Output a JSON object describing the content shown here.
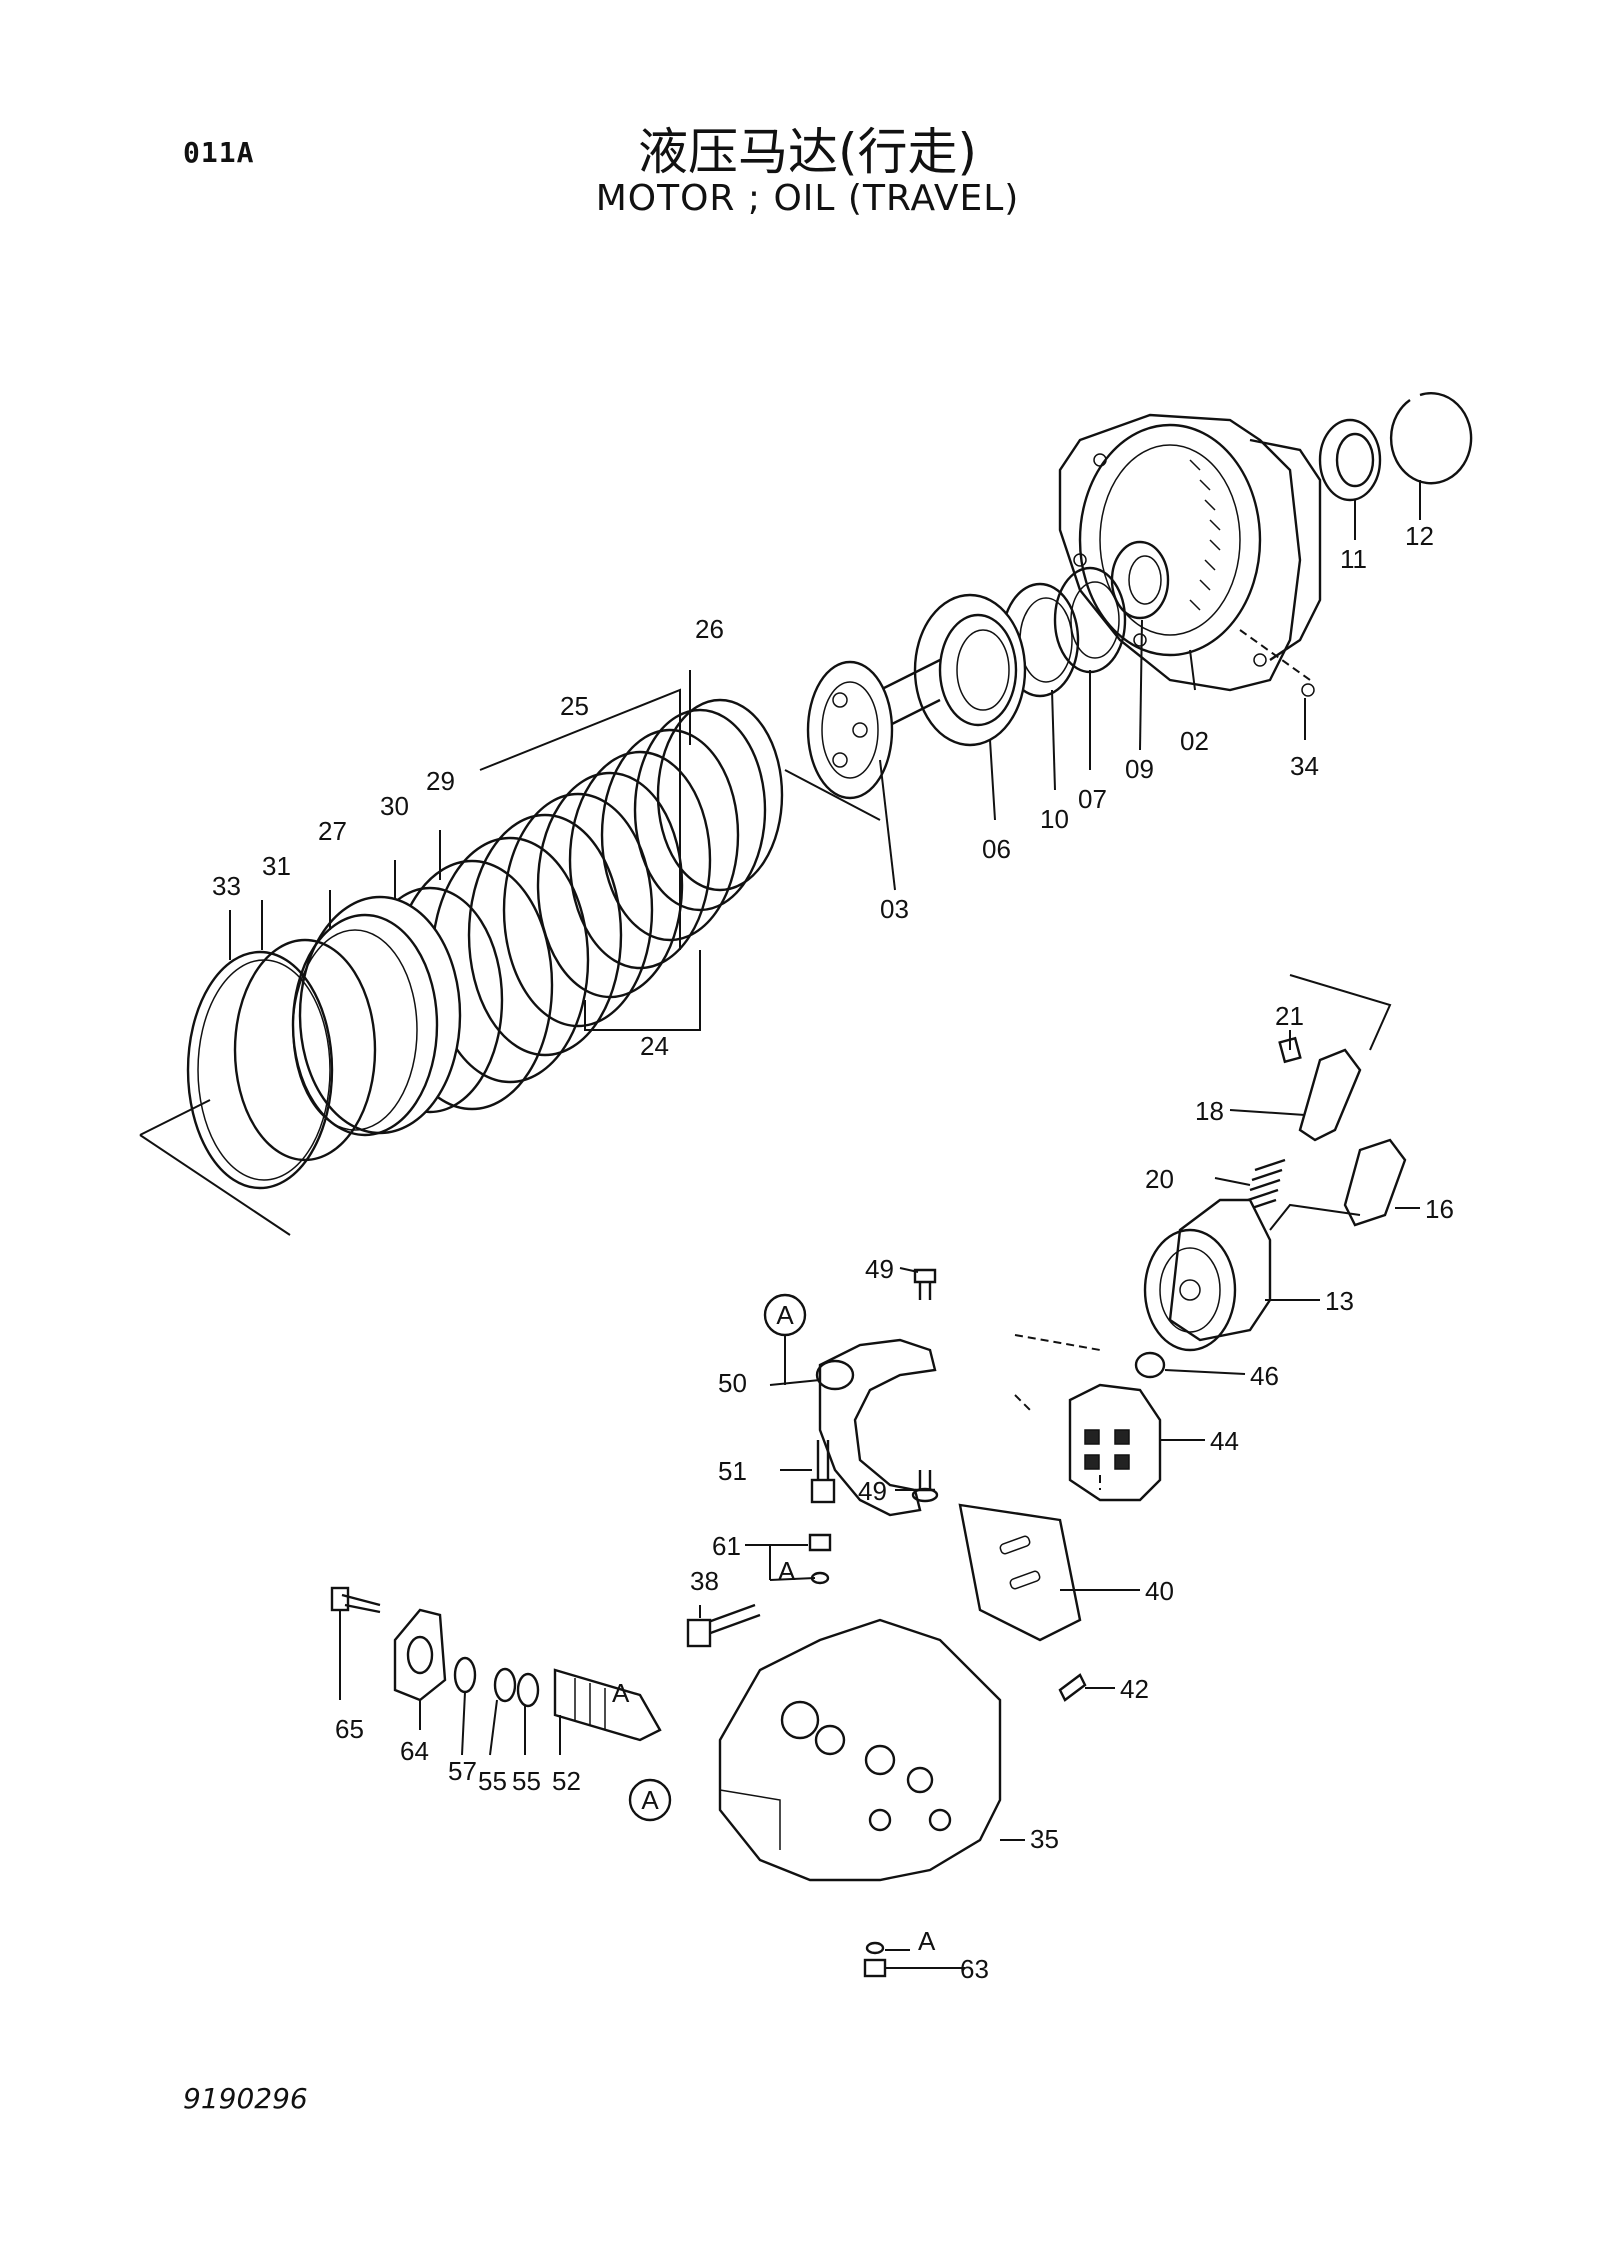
{
  "header": {
    "page_code": "011A",
    "title_cn": "液压马达(行走)",
    "title_en": "MOTOR ; OIL (TRAVEL)"
  },
  "footer": {
    "doc_number": "9190296"
  },
  "callouts": {
    "c02": "02",
    "c03": "03",
    "c06": "06",
    "c07": "07",
    "c09": "09",
    "c10": "10",
    "c11": "11",
    "c12": "12",
    "c13": "13",
    "c16": "16",
    "c18": "18",
    "c20": "20",
    "c21": "21",
    "c24": "24",
    "c25": "25",
    "c26": "26",
    "c27": "27",
    "c29": "29",
    "c30": "30",
    "c31": "31",
    "c33": "33",
    "c34": "34",
    "c35": "35",
    "c38": "38",
    "c40": "40",
    "c42": "42",
    "c44": "44",
    "c46": "46",
    "c49a": "49",
    "c49b": "49",
    "c50": "50",
    "c51": "51",
    "c52": "52",
    "c55a": "55",
    "c55b": "55",
    "c57": "57",
    "c61": "61",
    "c63": "63",
    "c64": "64",
    "c65": "65",
    "refA1": "A",
    "refA2": "A",
    "refA3": "A",
    "refA4": "A",
    "refA5": "A"
  }
}
